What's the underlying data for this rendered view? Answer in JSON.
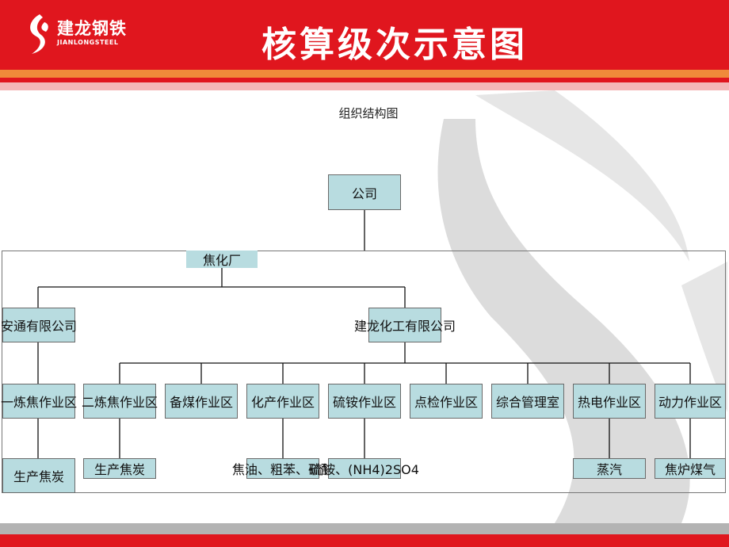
{
  "header": {
    "logo_cn": "建龙钢铁",
    "logo_en": "JIANLONGSTEEL",
    "title": "核算级次示意图"
  },
  "diagram": {
    "caption": "组织结构图",
    "root": "公司",
    "plant": "焦化厂",
    "left_company": "安通有限公司",
    "right_company": "建龙化工有限公司",
    "left_area": "一炼焦作业区",
    "left_product": "生产焦炭",
    "areas": [
      "二炼焦作业区",
      "备煤作业区",
      "化产作业区",
      "硫铵作业区",
      "点检作业区",
      "综合管理室",
      "热电作业区",
      "动力作业区"
    ],
    "products": {
      "area_1": "生产焦炭",
      "area_3": "焦油、粗苯、硫酸",
      "area_4": "硫铵、(NH4)2SO4",
      "area_7": "蒸汽",
      "area_8": "焦炉煤气"
    }
  },
  "colors": {
    "brand_red": "#e0161e",
    "box_fill": "#b8dce0"
  }
}
